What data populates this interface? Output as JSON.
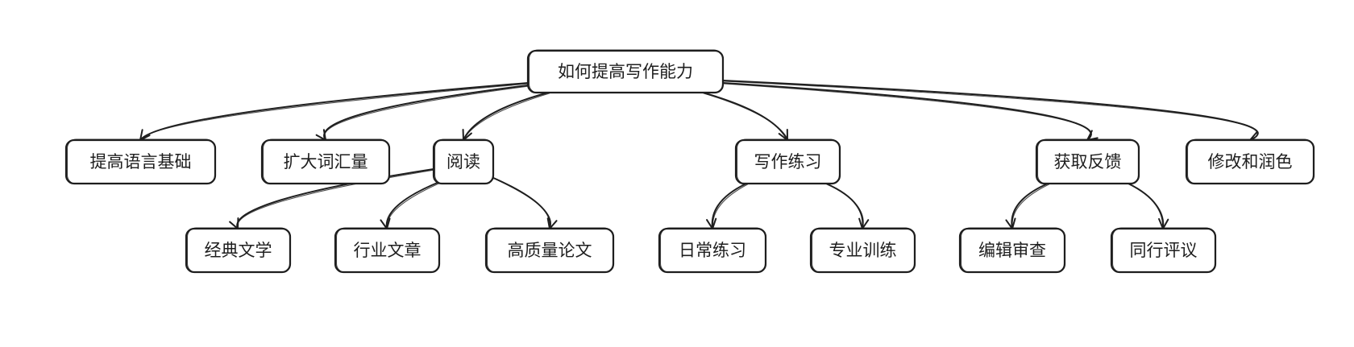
{
  "diagram": {
    "type": "tree",
    "root": "如何提高写作能力",
    "nodes": [
      {
        "id": "root",
        "label": "如何提高写作能力"
      },
      {
        "id": "basics",
        "label": "提高语言基础"
      },
      {
        "id": "vocab",
        "label": "扩大词汇量"
      },
      {
        "id": "reading",
        "label": "阅读"
      },
      {
        "id": "practice",
        "label": "写作练习"
      },
      {
        "id": "feedback",
        "label": "获取反馈"
      },
      {
        "id": "revise",
        "label": "修改和润色"
      },
      {
        "id": "classics",
        "label": "经典文学"
      },
      {
        "id": "industry",
        "label": "行业文章"
      },
      {
        "id": "papers",
        "label": "高质量论文"
      },
      {
        "id": "daily",
        "label": "日常练习"
      },
      {
        "id": "pro",
        "label": "专业训练"
      },
      {
        "id": "editor",
        "label": "编辑审查"
      },
      {
        "id": "peer",
        "label": "同行评议"
      }
    ],
    "edges": [
      {
        "from": "root",
        "to": "basics"
      },
      {
        "from": "root",
        "to": "vocab"
      },
      {
        "from": "root",
        "to": "reading"
      },
      {
        "from": "root",
        "to": "practice"
      },
      {
        "from": "root",
        "to": "feedback"
      },
      {
        "from": "root",
        "to": "revise"
      },
      {
        "from": "reading",
        "to": "classics"
      },
      {
        "from": "reading",
        "to": "industry"
      },
      {
        "from": "reading",
        "to": "papers"
      },
      {
        "from": "practice",
        "to": "daily"
      },
      {
        "from": "practice",
        "to": "pro"
      },
      {
        "from": "feedback",
        "to": "editor"
      },
      {
        "from": "feedback",
        "to": "peer"
      }
    ]
  },
  "colors": {
    "stroke": "#1e1e1e",
    "fill": "#ffffff",
    "background": "#ffffff"
  }
}
